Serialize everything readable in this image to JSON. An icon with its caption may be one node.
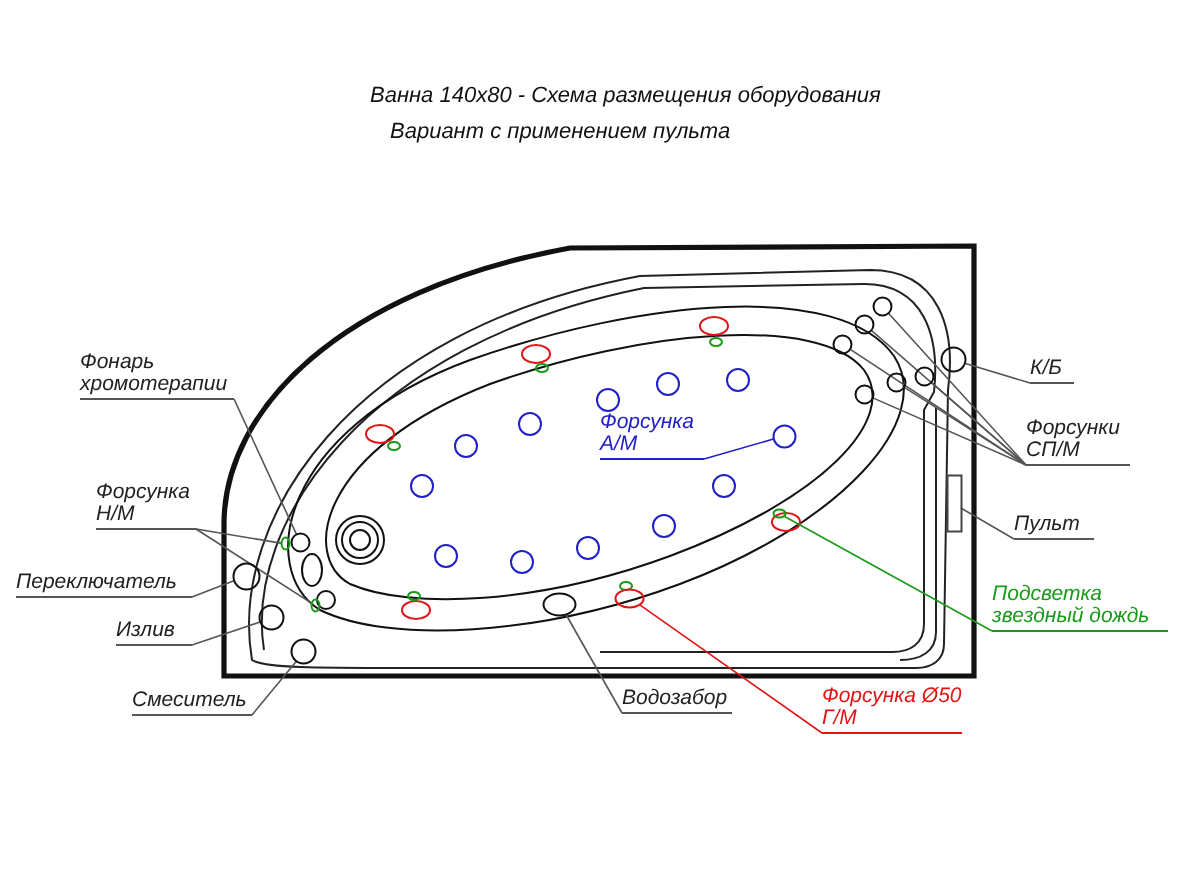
{
  "diagram": {
    "title": "Ванна 140x80 - Схема размещения оборудования",
    "nodes": [
      {
        "text": [
          "Фонарь хромотерапии"
        ]
      },
      {
        "text": [
          "Форсунка А/М"
        ]
      },
      {
        "text": [
          "Форсунка Н/М"
        ]
      },
      {
        "text": [
          "К/Б"
        ]
      },
      {
        "text": [
          "Форсунки СП/М"
        ]
      },
      {
        "text": [
          "Пульт"
        ]
      },
      {
        "text": [
          "Переключатель"
        ]
      },
      {
        "text": [
          "Излив"
        ]
      },
      {
        "text": [
          "Подсветка звездный дождь"
        ]
      },
      {
        "text": [
          "Смеситель"
        ]
      },
      {
        "text": [
          "Водозабор"
        ]
      },
      {
        "text": [
          "Форсунка Ø50 Г/М"
        ]
      },
      {
        "text": [],
        "shape": "circle"
      },
      {
        "text": [],
        "shape": "circle"
      },
      {
        "text": [],
        "shape": "circle"
      },
      {
        "text": [],
        "shape": "circle"
      },
      {
        "text": [],
        "shape": "circle"
      },
      {
        "text": [],
        "shape": "circle"
      },
      {
        "text": [],
        "shape": "circle"
      },
      {
        "text": [],
        "shape": "circle"
      },
      {
        "text": [],
        "shape": "circle"
      },
      {
        "text": [],
        "shape": "circle"
      },
      {
        "text": [],
        "shape": "circle"
      },
      {
        "text": [],
        "shape": "box"
      },
      {
        "text": [],
        "shape": "circle"
      },
      {
        "text": [],
        "shape": "circle"
      },
      {
        "text": [],
        "shape": "circle"
      },
      {
        "text": [],
        "shape": "circle"
      },
      {
        "text": [],
        "shape": "circle"
      },
      {
        "text": [],
        "shape": "circle"
      }
    ],
    "edges": [
      {
        "from": 0,
        "to": 12,
        "arrow": "none"
      },
      {
        "from": 1,
        "to": 13,
        "arrow": "none",
        "color": "#2020c8"
      },
      {
        "from": 2,
        "to": 14,
        "arrow": "none"
      },
      {
        "from": 2,
        "to": 15,
        "arrow": "none"
      },
      {
        "from": 3,
        "to": 16,
        "arrow": "none"
      },
      {
        "from": 4,
        "to": 17,
        "arrow": "none"
      },
      {
        "from": 4,
        "to": 18,
        "arrow": "none"
      },
      {
        "from": 4,
        "to": 19,
        "arrow": "none"
      },
      {
        "from": 4,
        "to": 20,
        "arrow": "none"
      },
      {
        "from": 4,
        "to": 21,
        "arrow": "none"
      },
      {
        "from": 4,
        "to": 22,
        "arrow": "none"
      },
      {
        "from": 5,
        "to": 23,
        "arrow": "none"
      },
      {
        "from": 6,
        "to": 24,
        "arrow": "none"
      },
      {
        "from": 7,
        "to": 25,
        "arrow": "none"
      },
      {
        "from": 8,
        "to": 26,
        "arrow": "none",
        "color": "#1a9a1a"
      },
      {
        "from": 9,
        "to": 27,
        "arrow": "none"
      },
      {
        "from": 10,
        "to": 28,
        "arrow": "none"
      },
      {
        "from": 11,
        "to": 29,
        "arrow": "none",
        "color": "#e01414"
      }
    ],
    "labels": [
      "Вариант с применением пульта"
    ]
  }
}
